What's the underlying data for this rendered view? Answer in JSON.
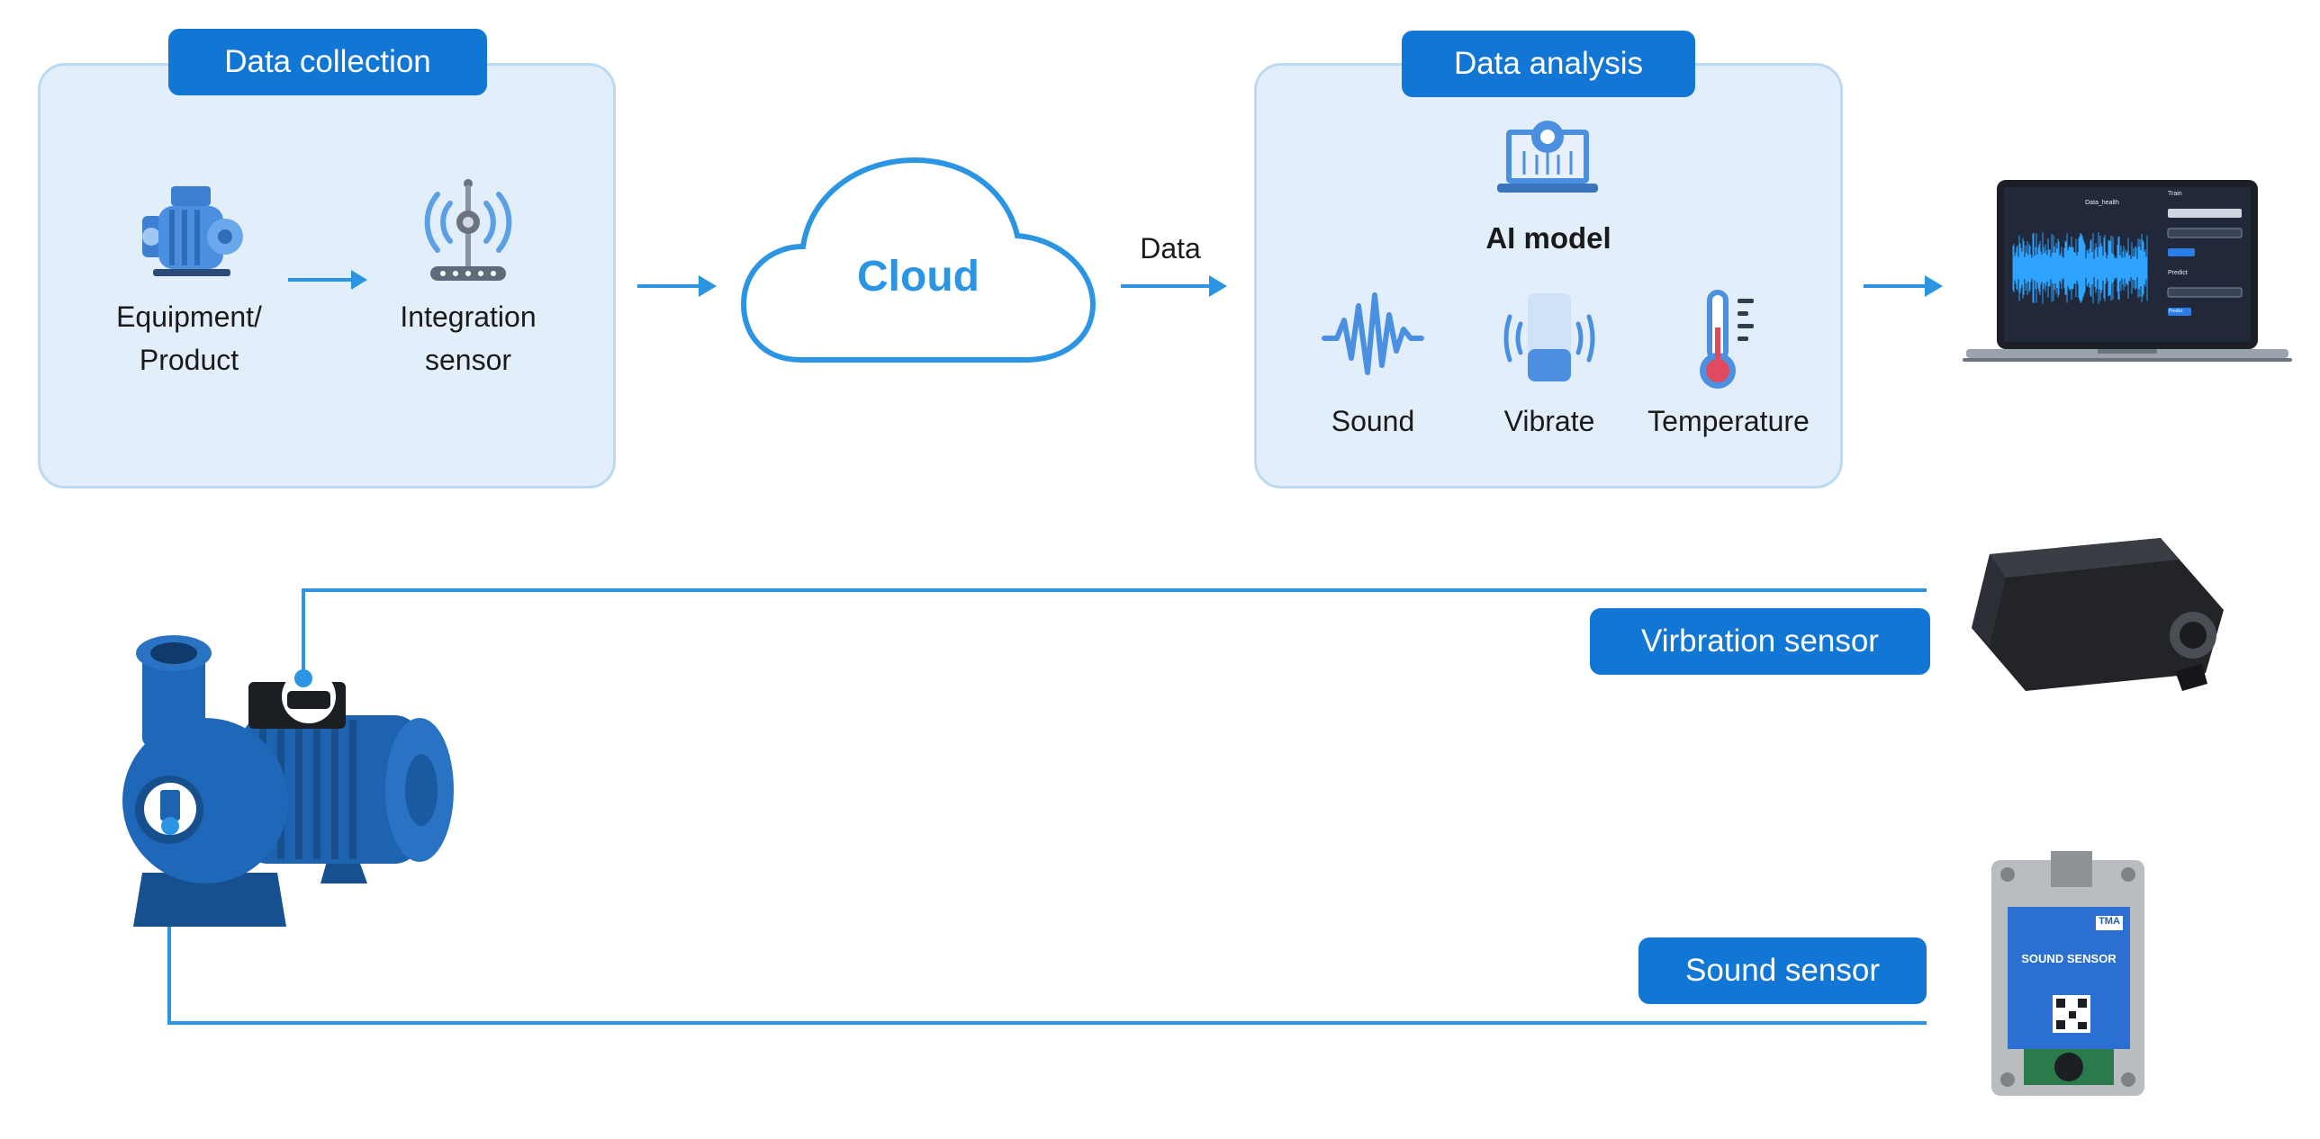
{
  "data_collection": {
    "title": "Data collection",
    "equipment_label": "Equipment/\nProduct",
    "sensor_label": "Integration\nsensor"
  },
  "cloud": {
    "label": "Cloud"
  },
  "data_arrow_label": "Data",
  "data_analysis": {
    "title": "Data analysis",
    "model_label": "AI model",
    "items": [
      {
        "label": "Sound",
        "icon": "sound-wave-icon"
      },
      {
        "label": "Vibrate",
        "icon": "vibrating-phone-icon"
      },
      {
        "label": "Temperature",
        "icon": "thermometer-icon"
      }
    ]
  },
  "laptop": {
    "screen_title": "Data_health",
    "sidebar": {
      "train": "Train",
      "predict": "Predict",
      "button": "Predict"
    }
  },
  "sensors": {
    "vibration_label": "Virbration sensor",
    "sound_label": "Sound sensor",
    "sound_box": {
      "brand": "TMA",
      "title": "SOUND SENSOR"
    }
  },
  "colors": {
    "accent": "#1176d4",
    "line": "#2b95e3",
    "panel_bg": "#e3eefb",
    "panel_border": "#bcd9f2",
    "pump_blue": "#1b5fa8"
  }
}
